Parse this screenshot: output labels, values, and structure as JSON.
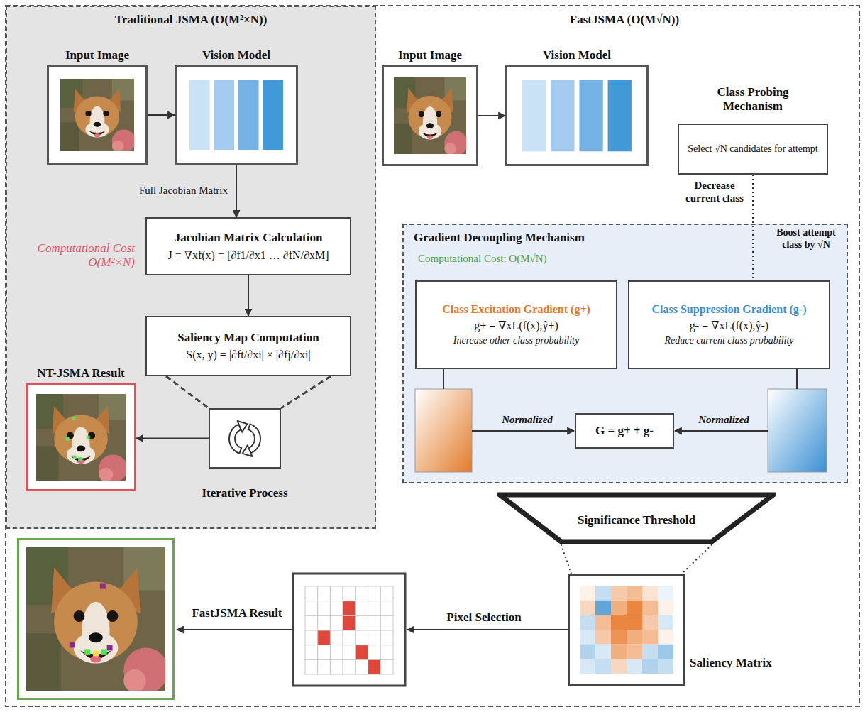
{
  "diagram": {
    "nodes": [
      {
        "text": [
          "Traditional JSMA (O(M²×N))"
        ]
      },
      {
        "text": [
          "Input Image"
        ],
        "in": 0
      },
      {
        "text": [
          "Vision Model"
        ],
        "in": 0
      },
      {
        "text": [
          "Jacobian Matrix Calculation",
          "J = ∇xf(x) = [∂f1/∂x1 … ∂fN/∂xM]"
        ],
        "in": 0
      },
      {
        "text": [
          "Saliency Map Computation",
          "S(x, y) = |∂ft/∂xi| × |∂fj/∂xi|"
        ],
        "in": 0
      },
      {
        "text": [
          "Iterative Process"
        ],
        "in": 0
      },
      {
        "text": [
          "NT-JSMA Result"
        ],
        "in": 0
      },
      {
        "text": [
          "Input Image"
        ]
      },
      {
        "text": [
          "Vision Model"
        ]
      },
      {
        "text": [
          "Class Probing Mechanism",
          "Select √N candidates for attempt"
        ]
      },
      {
        "text": [
          "Gradient Decoupling Mechanism",
          "Computational Cost: O(M√N)"
        ]
      },
      {
        "text": [
          "Class Excitation Gradient (g+)",
          "g+ = ∇xL(f(x),ŷ+)",
          "Increase other class probability"
        ],
        "in": 10
      },
      {
        "text": [
          "Class Suppression Gradient (g-)",
          "g- = ∇xL(f(x),ŷ-)",
          "Reduce current class probability"
        ],
        "in": 10
      },
      {
        "text": [
          "G = g+ + g-"
        ],
        "in": 10
      },
      {
        "text": [
          "Significance Threshold"
        ]
      },
      {
        "text": [
          "Saliency Matrix"
        ]
      },
      {
        "text": [
          "FastJSMA Result"
        ]
      }
    ],
    "edges": [
      {
        "from": 1,
        "to": 2,
        "arrow": "to"
      },
      {
        "from": 2,
        "to": 3,
        "arrow": "to",
        "label": "Full Jacobian Matrix"
      },
      {
        "from": 3,
        "to": 4,
        "arrow": "to"
      },
      {
        "from": 4,
        "to": 5,
        "arrow": "none"
      },
      {
        "from": 5,
        "to": 6,
        "arrow": "to"
      },
      {
        "from": 7,
        "to": 8,
        "arrow": "to"
      },
      {
        "from": 9,
        "to": 12,
        "arrow": "none"
      },
      {
        "from": 14,
        "to": 15,
        "arrow": "none"
      }
    ],
    "labels": [
      "FastJSMA (O(M√N))",
      "Computational Cost O(M²×N)",
      "Decrease current class",
      "Boost attempt class by √N",
      "Normalized",
      "Normalized",
      "Pixel Selection"
    ]
  }
}
